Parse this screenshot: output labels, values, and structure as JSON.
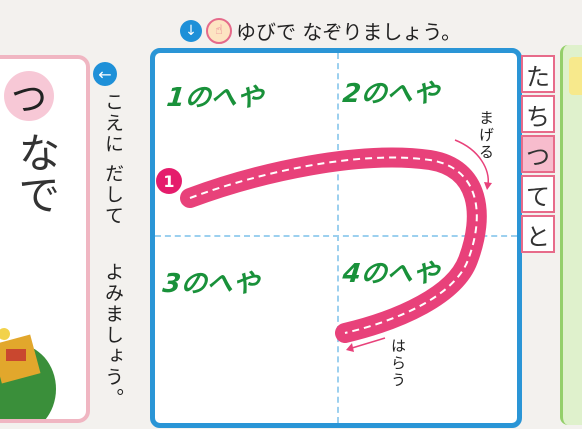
{
  "instruction_top": {
    "text": "ゆびで なぞりましょう。",
    "down_icon": "down-arrow-icon",
    "finger_icon": "finger-icon"
  },
  "left_card": {
    "char_top": "つ",
    "line1": "なで"
  },
  "side_instruction": {
    "line1": "こえに だして",
    "line2": "よみましょう。",
    "icon": "left-arrow-icon"
  },
  "board": {
    "rooms": [
      "1のへや",
      "2のへや",
      "3のへや",
      "4のへや"
    ],
    "start_number": "1",
    "stroke_labels": {
      "curve": "まげる",
      "sweep": "はらう"
    },
    "stroke_color": "#e8417a"
  },
  "kana_column": [
    {
      "char": "た",
      "highlight": false
    },
    {
      "char": "ち",
      "highlight": false
    },
    {
      "char": "つ",
      "highlight": true
    },
    {
      "char": "て",
      "highlight": false
    },
    {
      "char": "と",
      "highlight": false
    }
  ]
}
